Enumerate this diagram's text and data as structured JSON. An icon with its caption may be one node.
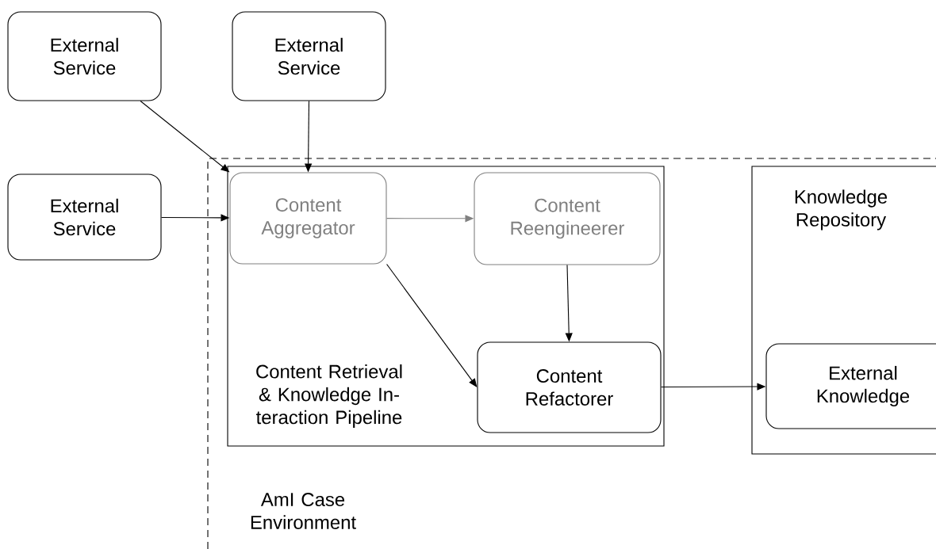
{
  "diagram": {
    "nodes": [
      {
        "text": [
          "External Service"
        ]
      },
      {
        "text": [
          "External Service"
        ]
      },
      {
        "text": [
          "External Service"
        ]
      },
      {
        "text": [
          "AmI Case Environment"
        ]
      },
      {
        "text": [
          "Content Retrieval & Knowledge In-teraction Pipeline"
        ],
        "in": 3
      },
      {
        "text": [
          "Content Aggregator"
        ],
        "in": 4
      },
      {
        "text": [
          "Content Reengineerer"
        ],
        "in": 4
      },
      {
        "text": [
          "Content Refactorer"
        ],
        "in": 4
      },
      {
        "text": [
          "Knowledge Repository"
        ],
        "in": 3
      },
      {
        "text": [
          "External Knowledge"
        ],
        "in": 8
      }
    ],
    "edges": [
      {
        "from": 0,
        "to": 5,
        "arrow": "to"
      },
      {
        "from": 1,
        "to": 5,
        "arrow": "to"
      },
      {
        "from": 2,
        "to": 5,
        "arrow": "to"
      },
      {
        "from": 5,
        "to": 6,
        "arrow": "to",
        "color": "#808080"
      },
      {
        "from": 5,
        "to": 7,
        "arrow": "to"
      },
      {
        "from": 6,
        "to": 7,
        "arrow": "to"
      },
      {
        "from": 7,
        "to": 9,
        "arrow": "to"
      }
    ]
  }
}
